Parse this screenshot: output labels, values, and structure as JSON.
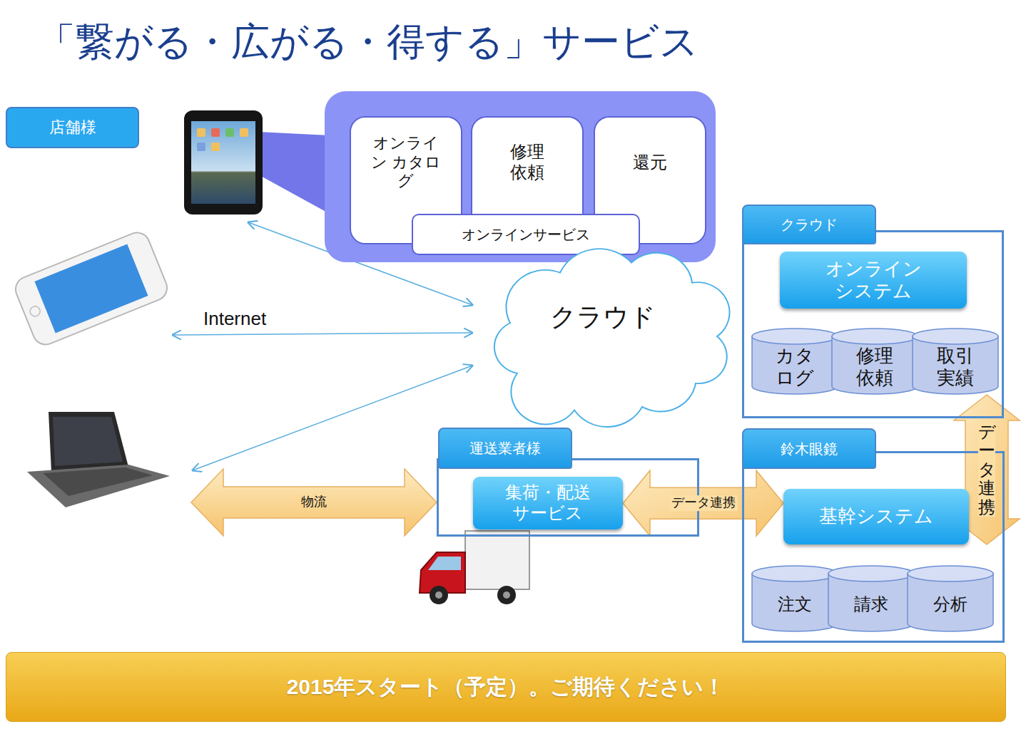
{
  "diagram": {
    "title": "「繋がる・広がる・得する」サービス",
    "nodes": [
      {
        "text": [
          "店舗様"
        ]
      },
      {
        "text": [
          "オンライン カタログ"
        ]
      },
      {
        "text": [
          "修理 依頼"
        ]
      },
      {
        "text": [
          "還元"
        ]
      },
      {
        "text": [
          "オンラインサービス"
        ]
      },
      {
        "text": [
          "クラウド"
        ]
      },
      {
        "text": [
          "クラウド"
        ]
      },
      {
        "text": [
          "オンライン システム"
        ],
        "in": 6
      },
      {
        "text": [
          "カタ ログ"
        ],
        "in": 6
      },
      {
        "text": [
          "修理 依頼"
        ],
        "in": 6
      },
      {
        "text": [
          "取引 実績"
        ],
        "in": 6
      },
      {
        "text": [
          "運送業者様"
        ]
      },
      {
        "text": [
          "集荷・配送 サービス"
        ],
        "in": 11
      },
      {
        "text": [
          "鈴木眼鏡"
        ]
      },
      {
        "text": [
          "基幹システム"
        ],
        "in": 13
      },
      {
        "text": [
          "注文"
        ],
        "in": 13
      },
      {
        "text": [
          "請求"
        ],
        "in": 13
      },
      {
        "text": [
          "分析"
        ],
        "in": 13
      },
      {
        "text": [
          "2015年スタート（予定）。ご期待ください！"
        ]
      }
    ],
    "edges": [
      {
        "from": 12,
        "to": 14,
        "arrow": "both",
        "label": "データ連携"
      },
      {
        "from": 10,
        "to": 14,
        "arrow": "both",
        "label": "データ連携"
      }
    ],
    "labels": [
      "Internet",
      "物流"
    ]
  }
}
